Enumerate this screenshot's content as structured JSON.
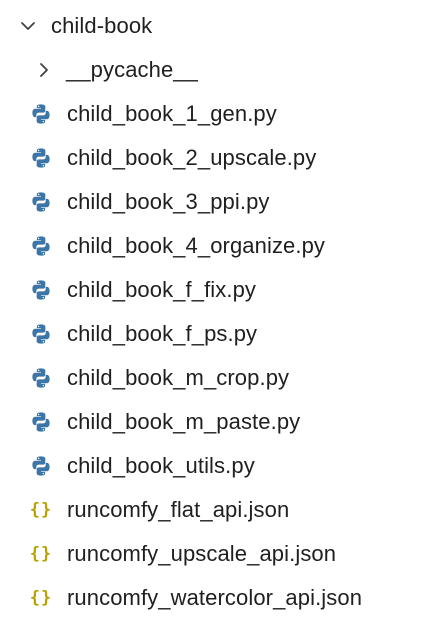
{
  "explorer": {
    "folder": {
      "name": "child-book",
      "expanded": true,
      "chevron_icon": "chevron-down-icon"
    },
    "subfolder": {
      "name": "__pycache__",
      "expanded": false,
      "chevron_icon": "chevron-right-icon"
    },
    "files": [
      {
        "name": "child_book_1_gen.py",
        "icon": "python-icon"
      },
      {
        "name": "child_book_2_upscale.py",
        "icon": "python-icon"
      },
      {
        "name": "child_book_3_ppi.py",
        "icon": "python-icon"
      },
      {
        "name": "child_book_4_organize.py",
        "icon": "python-icon"
      },
      {
        "name": "child_book_f_fix.py",
        "icon": "python-icon"
      },
      {
        "name": "child_book_f_ps.py",
        "icon": "python-icon"
      },
      {
        "name": "child_book_m_crop.py",
        "icon": "python-icon"
      },
      {
        "name": "child_book_m_paste.py",
        "icon": "python-icon"
      },
      {
        "name": "child_book_utils.py",
        "icon": "python-icon"
      },
      {
        "name": "runcomfy_flat_api.json",
        "icon": "json-icon",
        "glyph": "{}"
      },
      {
        "name": "runcomfy_upscale_api.json",
        "icon": "json-icon",
        "glyph": "{}"
      },
      {
        "name": "runcomfy_watercolor_api.json",
        "icon": "json-icon",
        "glyph": "{}"
      }
    ]
  },
  "colors": {
    "text": "#1f1f1f",
    "chevron": "#424242",
    "python_icon": "#3572a5",
    "json_icon": "#b8a200"
  }
}
